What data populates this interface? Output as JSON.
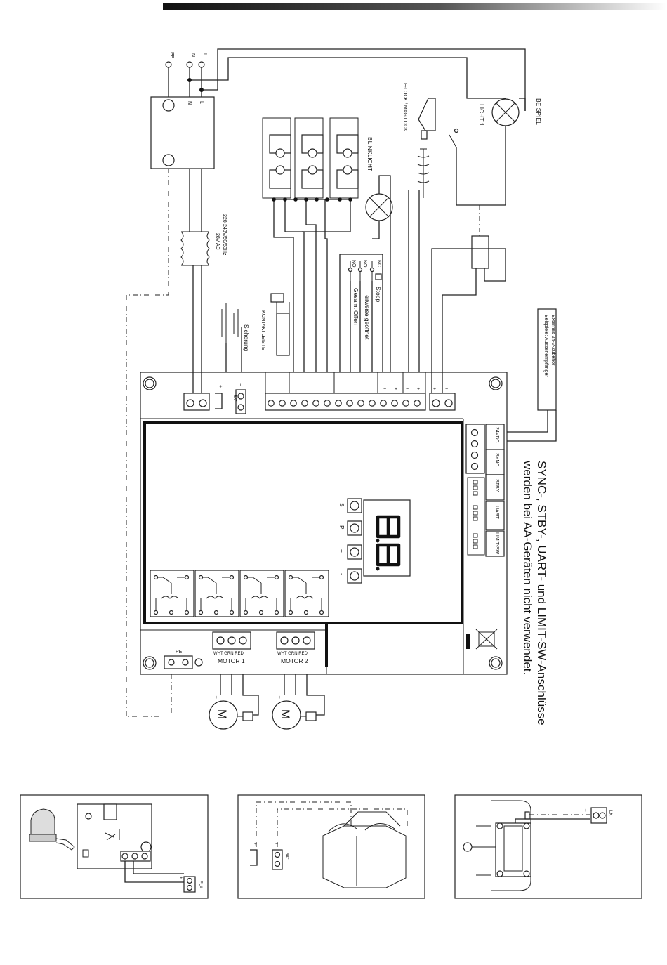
{
  "mains": {
    "pe": "PE",
    "n": "N",
    "l": "L",
    "n2": "N",
    "l2": "L"
  },
  "transformer": {
    "spec": "220-240V/50/60Hz",
    "output": "28V AC"
  },
  "fuse_label": "Sicherung",
  "strip_label": "KONTAKTLEISTE",
  "beispiel_label": "BEISPIEL",
  "licht_label": "LICHT 1",
  "elock_label": "E-LOCK / MAG LOCK",
  "blinklicht_label": "BLINKLICHT",
  "buttons": {
    "stop": "Stopp",
    "partial": "Teilweise geöffnet",
    "full": "Gesamt Offen",
    "nc": "NC",
    "no1": "NO",
    "no2": "NO"
  },
  "accessory": {
    "line1": "Externes 24-V-Zubehör",
    "line2": "Beispiele: Aussenempfänger"
  },
  "connectors": {
    "vdc": "24VDC",
    "sync": "SYNC",
    "stby": "STBY",
    "uart": "UART",
    "limit": "LIMIT-SW",
    "bat": "BAT+"
  },
  "note": {
    "line1": "SYNC-, STBY-, UART- und LIMIT-SW-Anschlüsse",
    "line2": "werden bei AA-Geräten nicht verwendet."
  },
  "display": {
    "value": "8.8."
  },
  "keys": [
    "S",
    "P",
    "+",
    "-"
  ],
  "motors": {
    "m1": "MOTOR 1",
    "m2": "MOTOR 2",
    "colors": "WHT GRN RED",
    "symbol": "M",
    "pe": "PE"
  },
  "signs": {
    "plus": "+",
    "minus": "−"
  },
  "bottom": {
    "fla": "FLA",
    "bat": "BAT",
    "lk": "LK"
  }
}
